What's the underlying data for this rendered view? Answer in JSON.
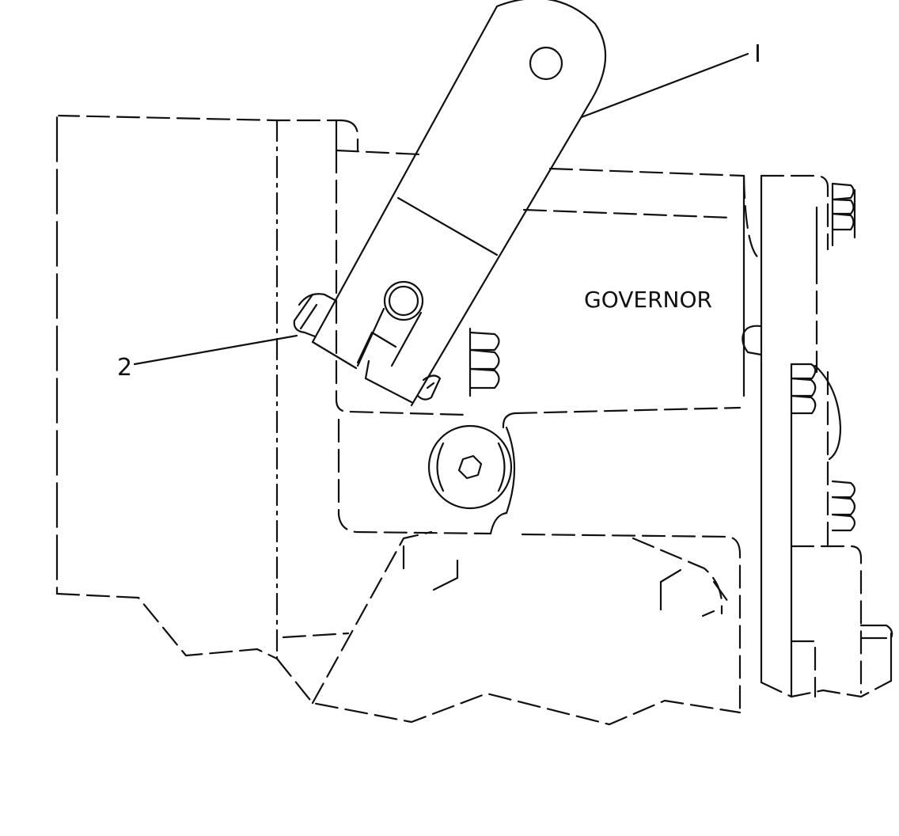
{
  "diagram": {
    "part_label": "GOVERNOR",
    "callouts": [
      {
        "id": "callout-1",
        "text": "I"
      },
      {
        "id": "callout-2",
        "text": "2"
      }
    ]
  }
}
